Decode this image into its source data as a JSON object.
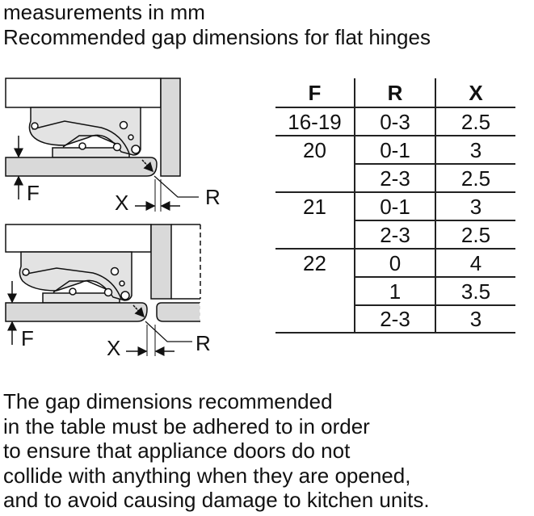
{
  "header": {
    "line1": "measurements in mm",
    "line2": "Recommended gap dimensions for flat hinges"
  },
  "diagram": {
    "label_f": "F",
    "label_x": "X",
    "label_r": "R",
    "fill_color": "#d9d9d9"
  },
  "table": {
    "headers": [
      "F",
      "R",
      "X"
    ],
    "groups": [
      {
        "f": "16-19",
        "rows": [
          {
            "r": "0-3",
            "x": "2.5"
          }
        ]
      },
      {
        "f": "20",
        "rows": [
          {
            "r": "0-1",
            "x": "3"
          },
          {
            "r": "2-3",
            "x": "2.5"
          }
        ]
      },
      {
        "f": "21",
        "rows": [
          {
            "r": "0-1",
            "x": "3"
          },
          {
            "r": "2-3",
            "x": "2.5"
          }
        ]
      },
      {
        "f": "22",
        "rows": [
          {
            "r": "0",
            "x": "4"
          },
          {
            "r": "1",
            "x": "3.5"
          },
          {
            "r": "2-3",
            "x": "3"
          }
        ]
      }
    ]
  },
  "footer": {
    "lines": [
      "The gap dimensions recommended",
      "in the table must be adhered to in order",
      "to ensure that appliance doors do not",
      "collide with anything when they are opened,",
      "and to avoid causing damage to kitchen units."
    ]
  }
}
